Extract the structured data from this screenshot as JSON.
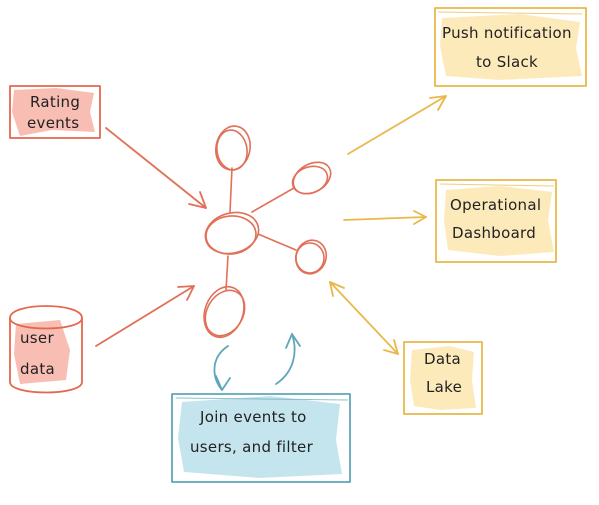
{
  "colors": {
    "source": "#e5684e",
    "source_fill": "#f7b3a6",
    "sink": "#e8b84a",
    "sink_fill": "#fde8b4",
    "process": "#5fa6b9",
    "process_fill": "#bfe2ec",
    "network": "#e07058",
    "text": "#222222"
  },
  "nodes": {
    "rating_events": {
      "lines": [
        "Rating",
        "events"
      ]
    },
    "user_data": {
      "lines": [
        "user",
        "data"
      ]
    },
    "push_notification": {
      "lines": [
        "Push notification",
        "to Slack"
      ]
    },
    "operational_dashboard": {
      "lines": [
        "Operational",
        "Dashboard"
      ]
    },
    "data_lake": {
      "lines": [
        "Data",
        "Lake"
      ]
    },
    "join_events": {
      "lines": [
        "Join events to",
        "users, and filter"
      ]
    }
  }
}
